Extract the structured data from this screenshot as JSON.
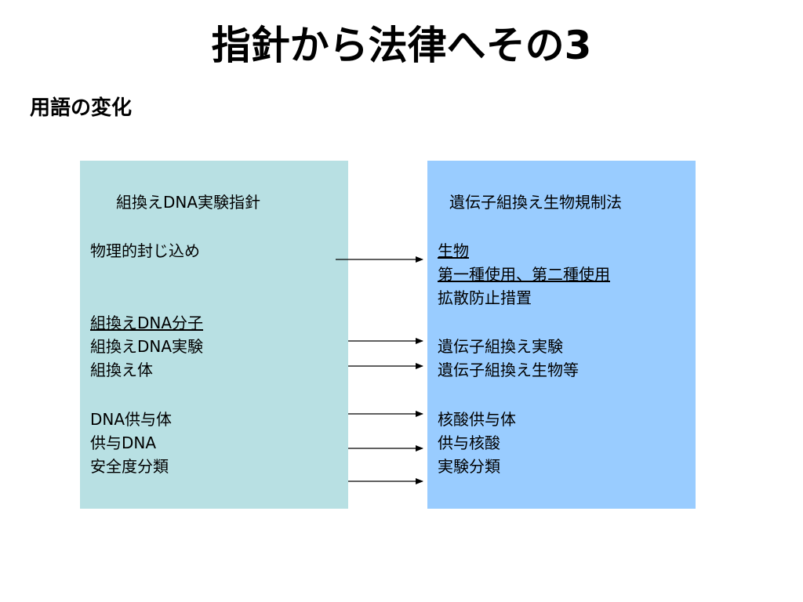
{
  "title": "指針から法律へその3",
  "subtitle": "用語の変化",
  "colors": {
    "left_box": "#b8e0e3",
    "right_box": "#99ccff",
    "arrow": "#000000"
  },
  "left_box": {
    "title": "組換えDNA実験指針",
    "lines": [
      {
        "text": "物理的封じ込め",
        "underline": false
      },
      {
        "text": "組換えDNA分子",
        "underline": true
      },
      {
        "text": "組換えDNA実験",
        "underline": false
      },
      {
        "text": "組換え体",
        "underline": false
      },
      {
        "text": "DNA供与体",
        "underline": false
      },
      {
        "text": "供与DNA",
        "underline": false
      },
      {
        "text": "安全度分類",
        "underline": false
      }
    ]
  },
  "right_box": {
    "title": "遺伝子組換え生物規制法",
    "lines": [
      {
        "text": "生物",
        "underline": true
      },
      {
        "text": "第一種使用、第二種使用",
        "underline": true
      },
      {
        "text": "拡散防止措置",
        "underline": false
      },
      {
        "text": "遺伝子組換え実験",
        "underline": false
      },
      {
        "text": "遺伝子組換え生物等",
        "underline": false
      },
      {
        "text": "核酸供与体",
        "underline": false
      },
      {
        "text": "供与核酸",
        "underline": false
      },
      {
        "text": "実験分類",
        "underline": false
      }
    ]
  }
}
